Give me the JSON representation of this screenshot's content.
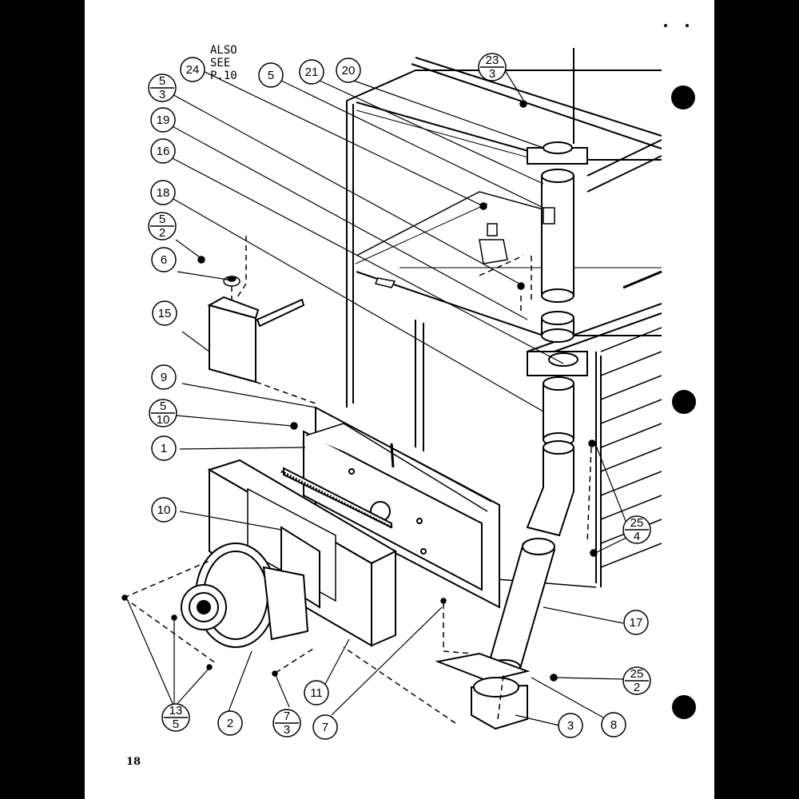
{
  "page": {
    "number": "18"
  },
  "note": {
    "line1": "ALSO",
    "line2": "SEE",
    "line3": "P.10"
  },
  "callouts": {
    "c24": "24",
    "c5": "5",
    "c21": "21",
    "c20": "20",
    "c19": "19",
    "c16": "16",
    "c18": "18",
    "c6": "6",
    "c15": "15",
    "c9": "9",
    "c1": "1",
    "c10": "10",
    "c17": "17",
    "c2": "2",
    "c11": "11",
    "c7": "7",
    "c3": "3",
    "c8": "8"
  },
  "fractions": {
    "f23_3": {
      "top": "23",
      "bottom": "3"
    },
    "f5_3": {
      "top": "5",
      "bottom": "3"
    },
    "f5_2": {
      "top": "5",
      "bottom": "2"
    },
    "f5_10": {
      "top": "5",
      "bottom": "10"
    },
    "f25_4": {
      "top": "25",
      "bottom": "4"
    },
    "f25_2": {
      "top": "25",
      "bottom": "2"
    },
    "f13_5": {
      "top": "13",
      "bottom": "5"
    },
    "f7_3": {
      "top": "7",
      "bottom": "3"
    }
  },
  "colors": {
    "background": "#000000",
    "paper": "#ffffff",
    "ink": "#000000"
  }
}
